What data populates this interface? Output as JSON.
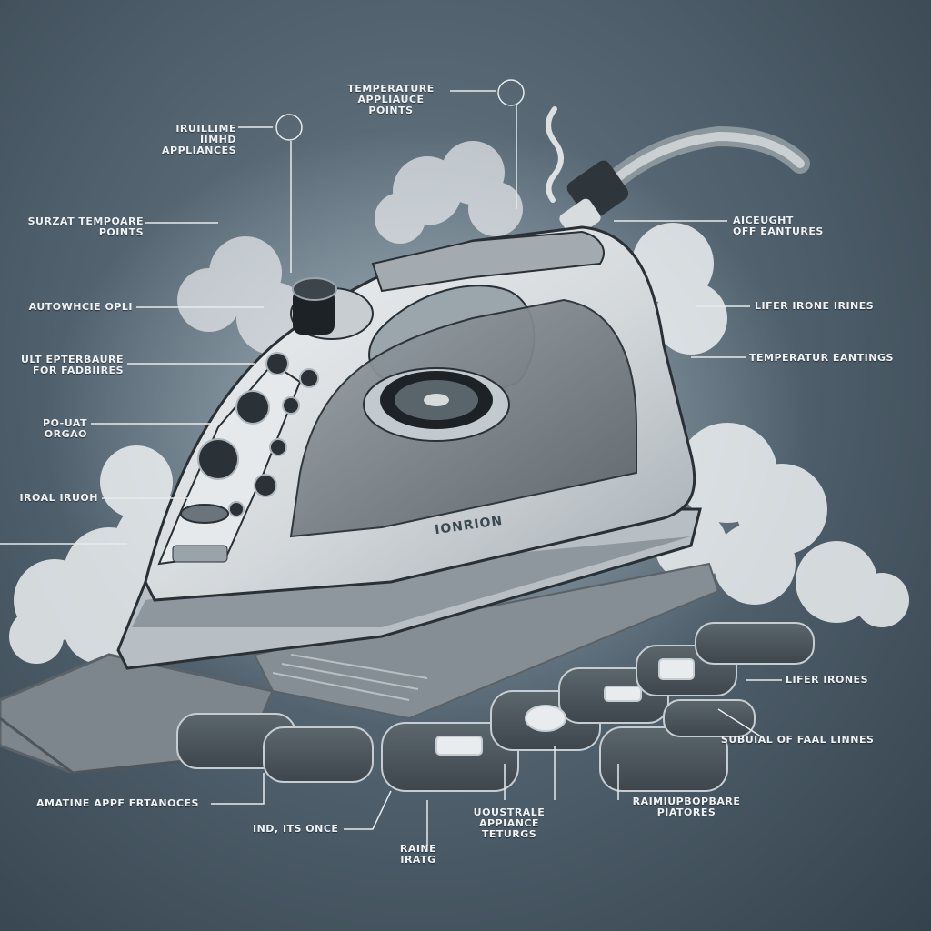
{
  "colors": {
    "background": "#4d5d69",
    "iron_body": "#d9dde0",
    "soleplate_panel": "#6f777d",
    "cloud": "#eef1f3",
    "leader_line": "#e6ebee"
  },
  "icons": [
    "steam-icon",
    "dial-icon",
    "feature-pad-icon"
  ],
  "brand_text": "IONRION",
  "labels": {
    "l1": "TEMPERATURE\nAPPLIAUCE\nPOINTS",
    "l2": "IRUILLIME\nIIMHD\nAPPLIANCES",
    "l3": "SURZAT TEMPOARE\nPOINTS",
    "l4": "AUTOWHCIE OPLI",
    "l5": "ULT EPTERBAURE\nFOR FADBIIRES",
    "l6": "PO-UAT ORGAO",
    "l7": "IROAL IRUOH",
    "l8": "AICEUGHT\nOFF EANTURES",
    "l9": "LIFER IRONE IRINES",
    "l10": "TEMPERATUR EANTINGS",
    "l11": "LIFER IRONES",
    "l12": "SUBUIAL OF FAAL LINNES",
    "l13": "AMATINE APPF FRTANOCES",
    "l14": "IND, ITS ONCE",
    "l15": "RAINE\nIRATG",
    "l16": "UOUSTRALE\nAPPIANCE\nTETURGS",
    "l17": "RAIMIUPBOPBARE\nPIATORES"
  }
}
